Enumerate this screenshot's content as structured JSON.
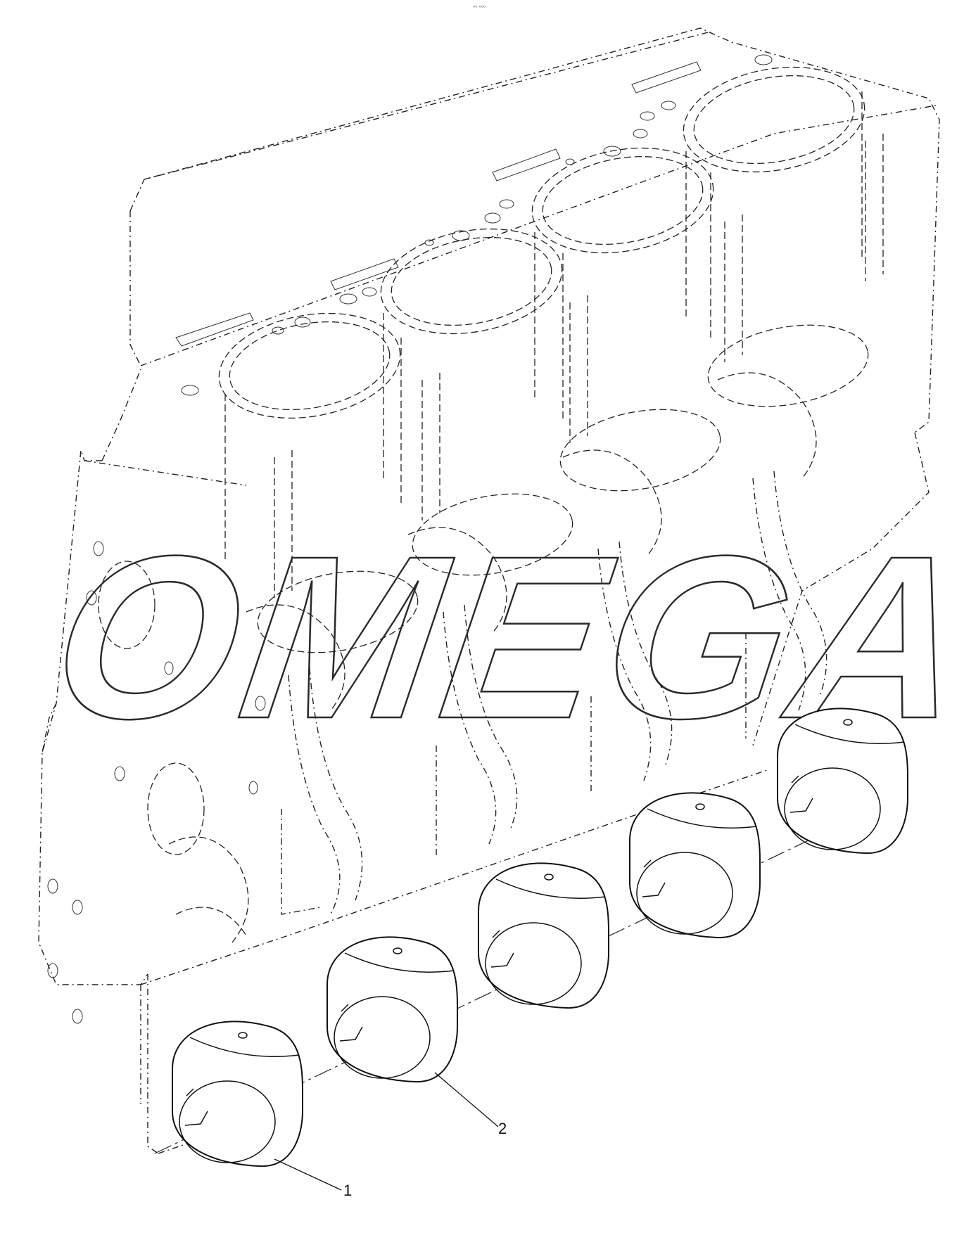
{
  "header": {
    "top_mark": "°° °°°"
  },
  "watermark": {
    "text": "OMEGA"
  },
  "callouts": [
    {
      "label": "1",
      "icon": "main-bearing-shell"
    },
    {
      "label": "2",
      "icon": "main-bearing-shell"
    }
  ],
  "colors": {
    "line": "#222222",
    "background": "#ffffff"
  }
}
